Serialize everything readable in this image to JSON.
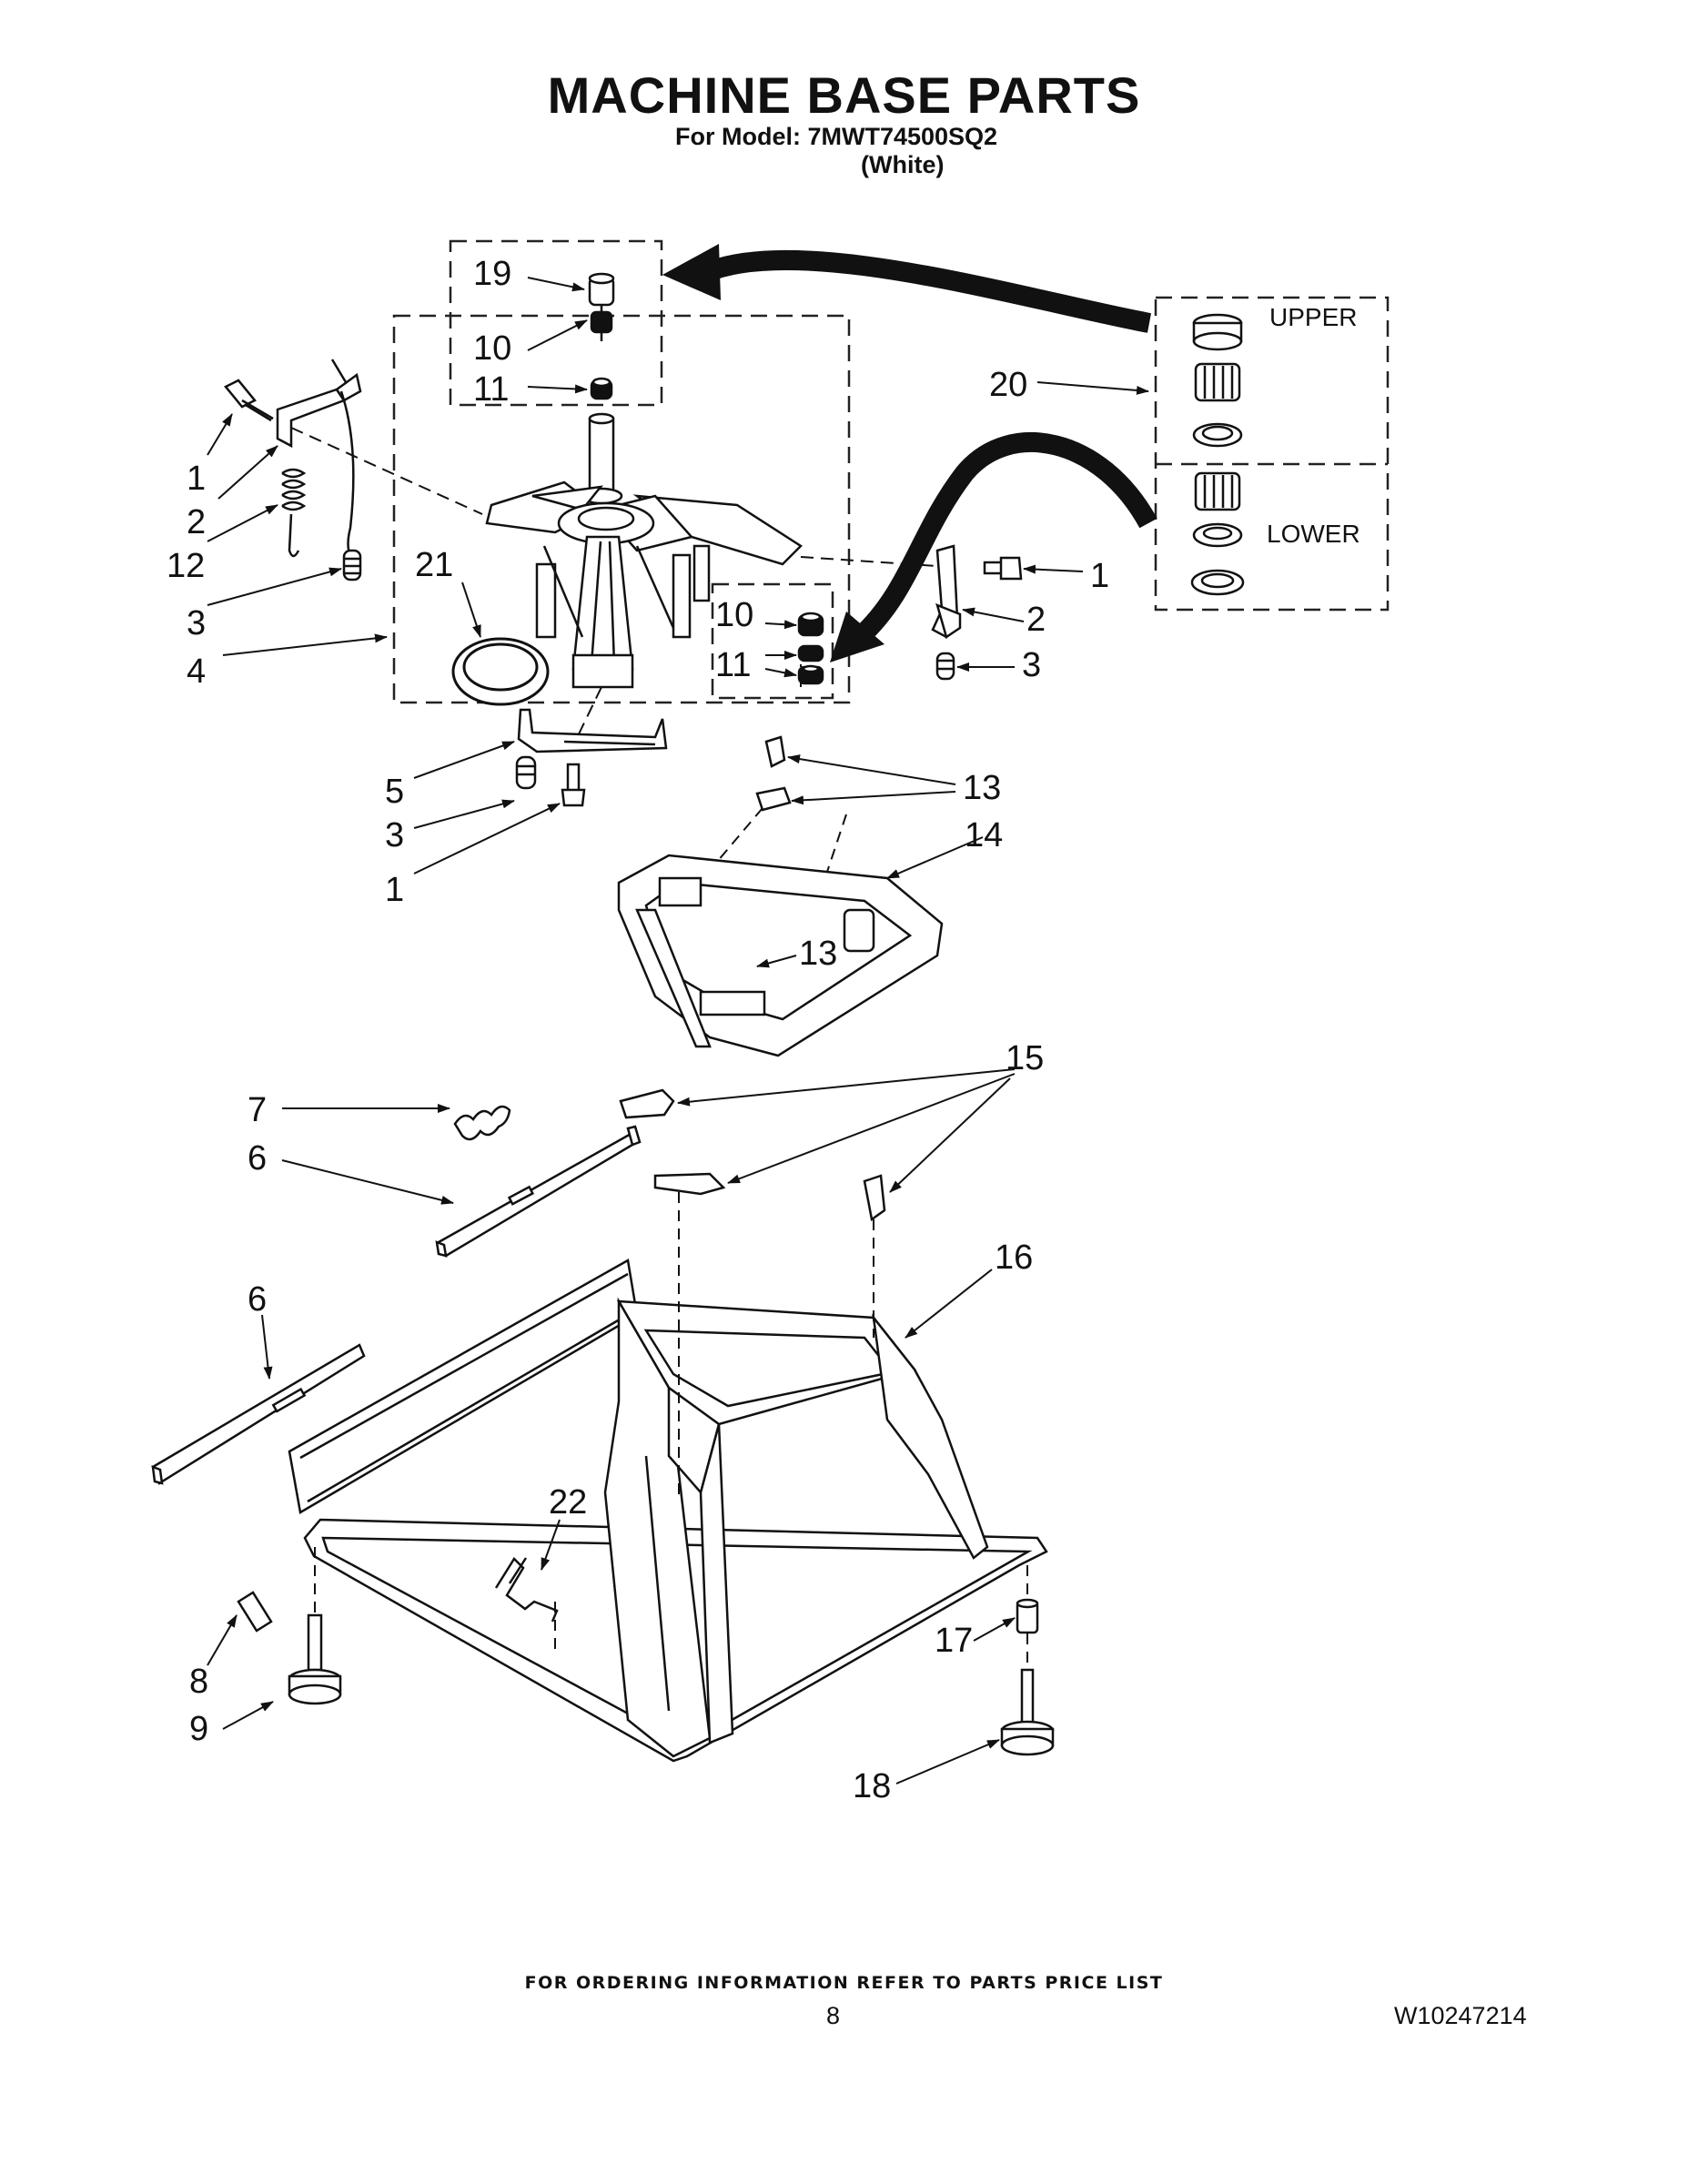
{
  "header": {
    "title": "MACHINE BASE PARTS",
    "model_line": "For Model: 7MWT74500SQ2",
    "color_line": "(White)"
  },
  "labels": {
    "upper": "UPPER",
    "lower": "LOWER"
  },
  "callouts": {
    "c19": "19",
    "c10a": "10",
    "c11a": "11",
    "c20": "20",
    "c1a": "1",
    "c2a": "2",
    "c12": "12",
    "c3a": "3",
    "c4": "4",
    "c21": "21",
    "c10b": "10",
    "c11b": "11",
    "c1b": "1",
    "c2b": "2",
    "c3b": "3",
    "c5": "5",
    "c3c": "3",
    "c1c": "1",
    "c13a": "13",
    "c14": "14",
    "c13b": "13",
    "c7": "7",
    "c6a": "6",
    "c15": "15",
    "c16": "16",
    "c6b": "6",
    "c22": "22",
    "c8": "8",
    "c9": "9",
    "c17": "17",
    "c18": "18"
  },
  "footer": {
    "ordering_note": "FOR ORDERING INFORMATION REFER TO PARTS PRICE LIST",
    "page_number": "8",
    "document_number": "W10247214"
  }
}
